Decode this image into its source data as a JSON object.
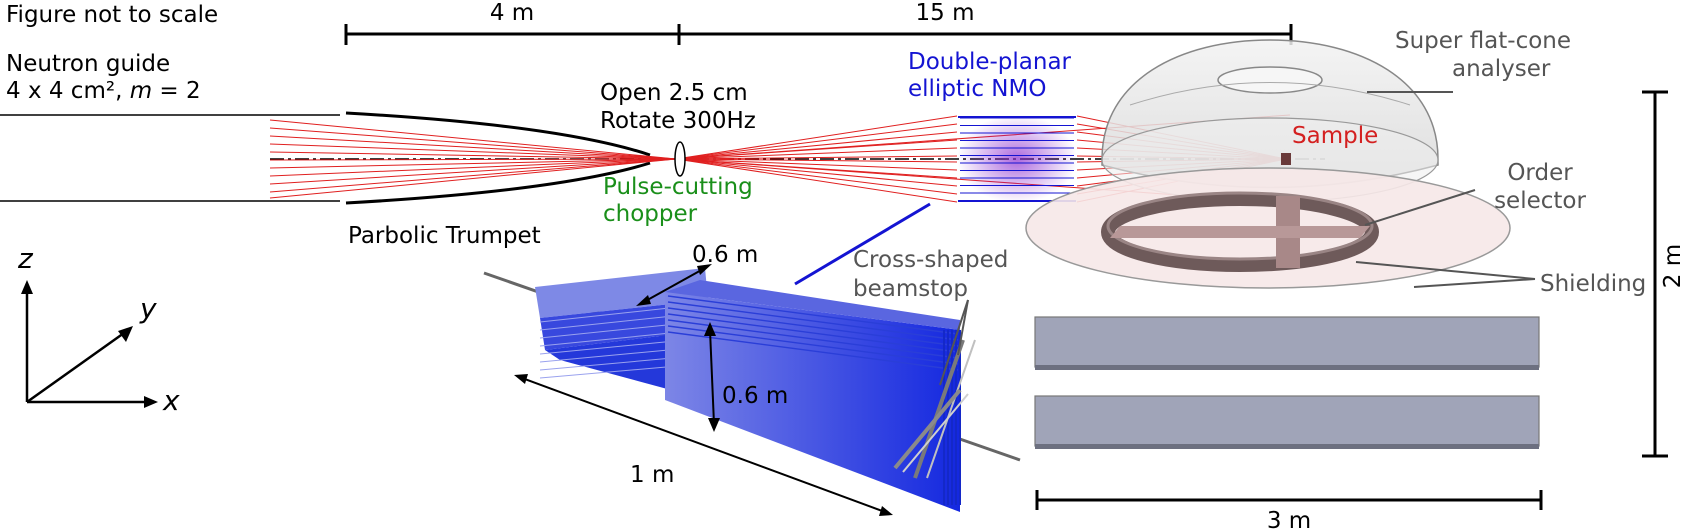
{
  "note": "Figure not to scale",
  "guide": {
    "title": "Neutron guide",
    "spec_prefix": "4 x 4 cm², ",
    "spec_m": "m",
    "spec_suffix": " = 2"
  },
  "dimensions": {
    "seg1": "4 m",
    "seg2": "15 m",
    "height": "2 m",
    "width": "3 m",
    "nmo_width": "0.6 m",
    "nmo_height": "0.6 m",
    "nmo_length": "1 m"
  },
  "chopper": {
    "open": "Open 2.5 cm",
    "rotate": "Rotate 300Hz",
    "name_line1": "Pulse-cutting",
    "name_line2": "chopper"
  },
  "trumpet": "Parbolic Trumpet",
  "nmo": {
    "line1": "Double-planar",
    "line2": "elliptic NMO"
  },
  "analyser": {
    "line1": "Super flat-cone",
    "line2": "analyser"
  },
  "sample": "Sample",
  "order_selector": {
    "line1": "Order",
    "line2": "selector"
  },
  "shielding": "Shielding",
  "beamstop": {
    "line1": "Cross-shaped",
    "line2": "beamstop"
  },
  "axes": {
    "z": "z",
    "y": "y",
    "x": "x"
  },
  "colors": {
    "rays": "#e02020",
    "nmo_blue": "#1414d2",
    "chopper_green": "#1a8f1a",
    "sample_red": "#d42020",
    "annotation_grey": "#555555",
    "nmo_block": "#2233dd",
    "detector_bar": "#a0a4b8",
    "shielding_fill": "#f6e8e8",
    "selector_brown": "#8a6a6a"
  }
}
